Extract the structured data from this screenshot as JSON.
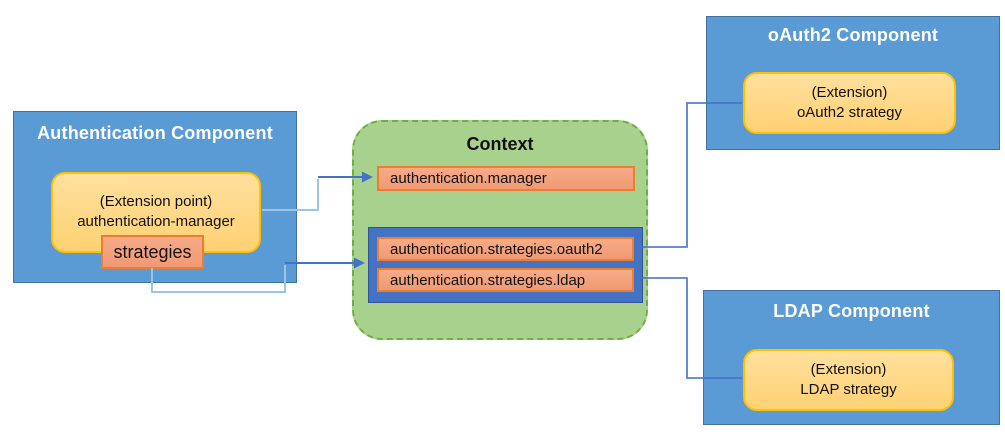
{
  "auth_component": {
    "title": "Authentication Component",
    "extension_point": {
      "line1": "(Extension point)",
      "line2": "authentication-manager"
    },
    "strategies_label": "strategies"
  },
  "context": {
    "title": "Context",
    "entries": [
      "authentication.manager",
      "authentication.strategies.oauth2",
      "authentication.strategies.ldap"
    ]
  },
  "oauth2_component": {
    "title": "oAuth2 Component",
    "extension": {
      "line1": "(Extension)",
      "line2": "oAuth2 strategy"
    }
  },
  "ldap_component": {
    "title": "LDAP Component",
    "extension": {
      "line1": "(Extension)",
      "line2": "LDAP strategy"
    }
  },
  "colors": {
    "component_fill": "#5B9BD5",
    "component_border": "#41719C",
    "extension_fill": "#FFD97E",
    "extension_border": "#FFC000",
    "entry_fill": "#F3A17E",
    "entry_border": "#ED7D31",
    "context_fill": "#A9D18E",
    "context_border": "#70AD47",
    "group_fill": "#4472C4",
    "connector": "#4472C4",
    "connector_light": "#9DC3E6"
  }
}
